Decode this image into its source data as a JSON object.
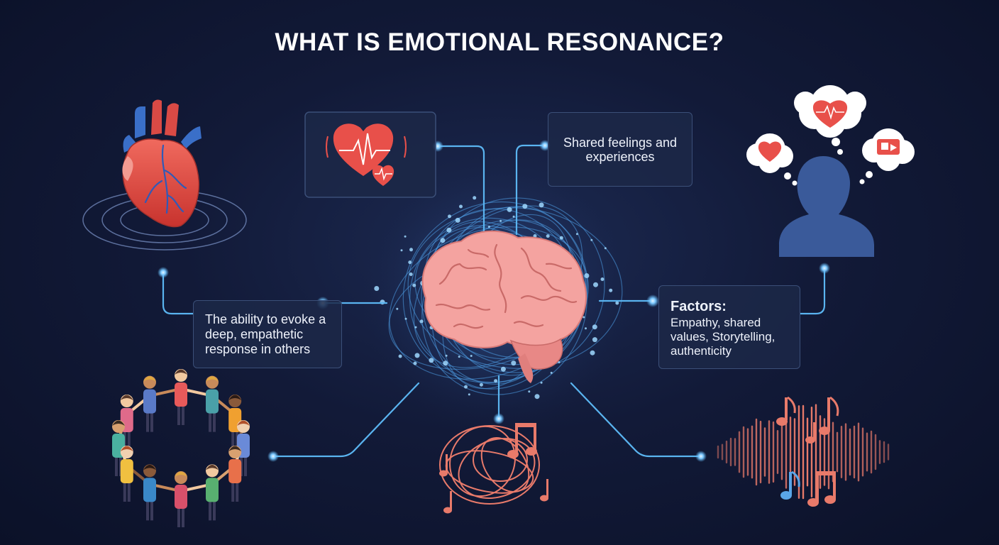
{
  "title": "WHAT IS EMOTIONAL RESONANCE?",
  "boxes": {
    "shared": "Shared feelings and experiences",
    "definition": "The ability to evoke a deep, empathetic response in others",
    "factors_heading": "Factors:",
    "factors_body": "Empathy, shared values, Storytelling, authenticity"
  },
  "colors": {
    "background": "#121a38",
    "connector": "#5ab4f0",
    "heart": "#e8504a",
    "brain": "#f4a3a0",
    "silhouette": "#3a5a9a",
    "music": "#e87a6a"
  },
  "icons": [
    "heart-anatomy-icon",
    "heartbeat-heart-icon",
    "brain-icon",
    "person-thinking-icon",
    "people-circle-icon",
    "music-notes-icon",
    "sound-wave-icon"
  ]
}
